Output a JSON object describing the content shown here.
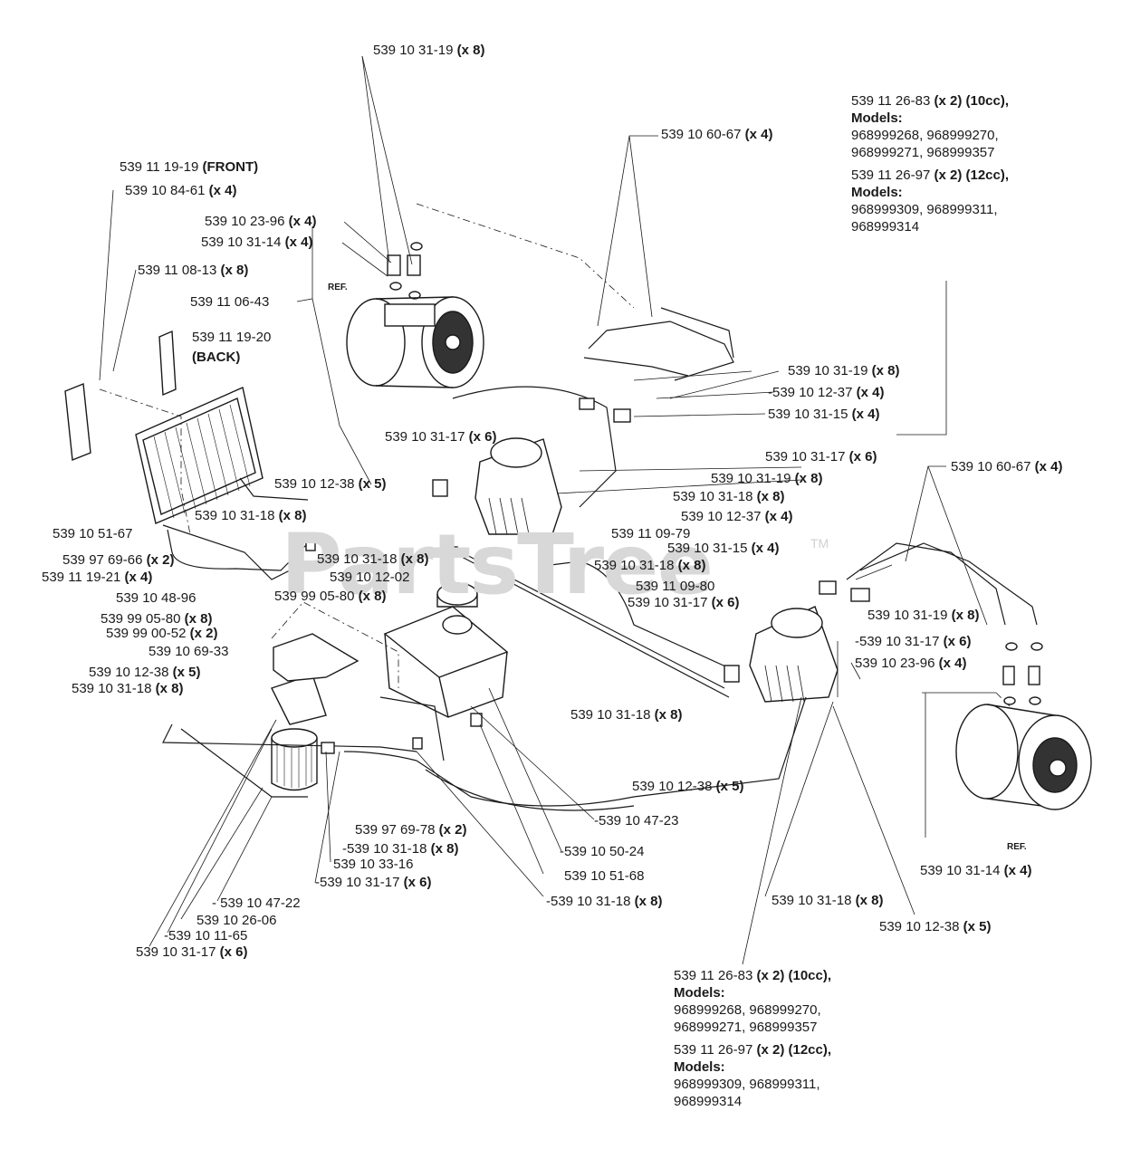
{
  "watermark": {
    "text": "PartsTree",
    "tm": "TM"
  },
  "ref_labels": [
    "REF.",
    "REF."
  ],
  "labels": [
    {
      "part": "539 10 31-19",
      "qty": "(x 8)"
    },
    {
      "part": "539 10 60-67",
      "qty": "(x 4)"
    },
    {
      "part": "539 11 19-19",
      "qty": "(FRONT)"
    },
    {
      "part": "539 10 84-61",
      "qty": "(x 4)"
    },
    {
      "part": "539 10 23-96",
      "qty": "(x 4)"
    },
    {
      "part": "539 10 31-14",
      "qty": "(x 4)"
    },
    {
      "part": "539 11 08-13",
      "qty": "(x 8)"
    },
    {
      "part": "539 11 06-43",
      "qty": ""
    },
    {
      "part": "539 11 19-20",
      "qty": ""
    },
    {
      "part": "539 10 31-19",
      "qty": "(x 8)"
    },
    {
      "part": "539 10 12-37",
      "qty": "(x 4)"
    },
    {
      "part": "539 10 31-15",
      "qty": "(x 4)"
    },
    {
      "part": "539 10 31-17",
      "qty": "(x 6)"
    },
    {
      "part": "539 10 31-17",
      "qty": "(x 6)"
    },
    {
      "part": "539 10 60-67",
      "qty": "(x 4)"
    },
    {
      "part": "539 10 12-38",
      "qty": "(x 5)"
    },
    {
      "part": "539 10 31-19",
      "qty": "(x 8)"
    },
    {
      "part": "539 10 31-18",
      "qty": "(x 8)"
    },
    {
      "part": "539 10 12-37",
      "qty": "(x 4)"
    },
    {
      "part": "539 10 51-67",
      "qty": ""
    },
    {
      "part": "539 10 31-18",
      "qty": "(x 8)"
    },
    {
      "part": "539 11 09-79",
      "qty": ""
    },
    {
      "part": "539 97 69-66",
      "qty": "(x 2)"
    },
    {
      "part": "539 10 31-18",
      "qty": "(x 8)"
    },
    {
      "part": "539 10 31-15",
      "qty": "(x 4)"
    },
    {
      "part": "539 11 19-21",
      "qty": "(x 4)"
    },
    {
      "part": "539 10 31-18",
      "qty": "(x 8)"
    },
    {
      "part": "539 10 12-02",
      "qty": ""
    },
    {
      "part": "539 11 09-80",
      "qty": ""
    },
    {
      "part": "539 10 48-96",
      "qty": ""
    },
    {
      "part": "539 99 05-80",
      "qty": "(x 8)"
    },
    {
      "part": "539 10 31-17",
      "qty": "(x 6)"
    },
    {
      "part": "539 99 05-80",
      "qty": "(x 8)"
    },
    {
      "part": "539 10 31-19",
      "qty": "(x 8)"
    },
    {
      "part": "539 99 00-52",
      "qty": "(x 2)"
    },
    {
      "part": "539 10 31-17",
      "qty": "(x 6)"
    },
    {
      "part": "539 10 69-33",
      "qty": ""
    },
    {
      "part": "539 10 23-96",
      "qty": "(x 4)"
    },
    {
      "part": "539 10 12-38",
      "qty": "(x 5)"
    },
    {
      "part": "539 10 31-18",
      "qty": "(x 8)"
    },
    {
      "part": "539 10 31-18",
      "qty": "(x 8)"
    },
    {
      "part": "539 10 12-38",
      "qty": "(x 5)"
    },
    {
      "part": "539 10 47-23",
      "qty": ""
    },
    {
      "part": "539 97 69-78",
      "qty": "(x 2)"
    },
    {
      "part": "539 10 31-18",
      "qty": "(x 8)"
    },
    {
      "part": "539 10 50-24",
      "qty": ""
    },
    {
      "part": "539 10 33-16",
      "qty": ""
    },
    {
      "part": "539 10 51-68",
      "qty": ""
    },
    {
      "part": "539 10 31-17",
      "qty": "(x 6)"
    },
    {
      "part": "539 10 31-14",
      "qty": "(x 4)"
    },
    {
      "part": "539 10 31-18",
      "qty": "(x 8)"
    },
    {
      "part": "539 10 47-22",
      "qty": ""
    },
    {
      "part": "539 10 31-18",
      "qty": "(x 8)"
    },
    {
      "part": "539 10 26-06",
      "qty": ""
    },
    {
      "part": "539 10 12-38",
      "qty": "(x 5)"
    },
    {
      "part": "539 10 11-65",
      "qty": ""
    },
    {
      "part": "539 10 31-17",
      "qty": "(x 6)"
    }
  ],
  "back_label": "(BACK)",
  "model_blocks": [
    {
      "line1_part": "539 11 26-83",
      "line1_qty": "(x 2) (10cc),",
      "models_label": "Models:",
      "models_a": "968999268, 968999270,",
      "models_b": "968999271, 968999357",
      "line2_part": "539 11 26-97",
      "line2_qty": "(x 2) (12cc),",
      "models_label2": "Models:",
      "models_c": "968999309, 968999311,",
      "models_d": "968999314"
    },
    {
      "line1_part": "539 11 26-83",
      "line1_qty": "(x 2) (10cc),",
      "models_label": "Models:",
      "models_a": "968999268, 968999270,",
      "models_b": "968999271, 968999357",
      "line2_part": "539 11 26-97",
      "line2_qty": "(x 2) (12cc),",
      "models_label2": "Models:",
      "models_c": "968999309, 968999311,",
      "models_d": "968999314"
    }
  ]
}
